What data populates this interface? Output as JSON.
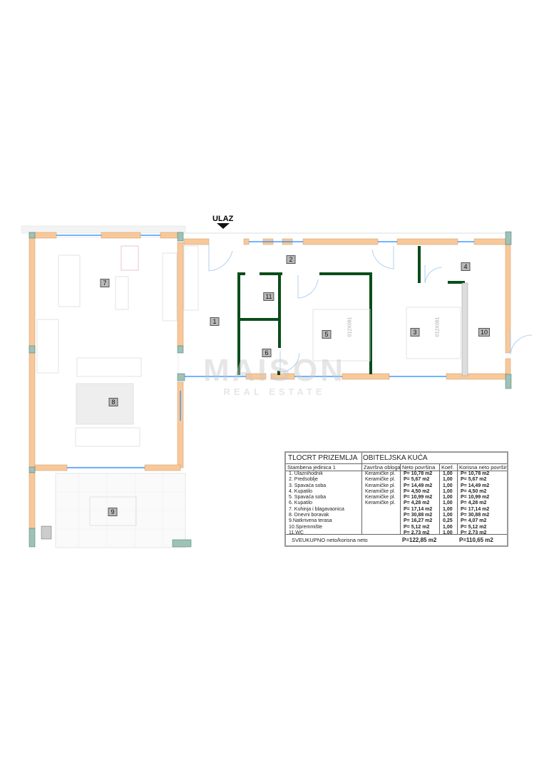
{
  "entrance_label": "ULAZ",
  "room_numbers": [
    "1",
    "2",
    "3",
    "4",
    "5",
    "6",
    "7",
    "8",
    "9",
    "10",
    "11"
  ],
  "bed_labels": [
    "012X081",
    "012X081"
  ],
  "watermark": {
    "line1": "MAISON",
    "line2": "REAL ESTATE"
  },
  "colors": {
    "exterior_wall": "#f9c89a",
    "interior_wall": "#0b4d1a",
    "window": "#1e88ff",
    "column": "#9cc3b8"
  },
  "table": {
    "title": "TLOCRT PRIZEMLJA",
    "project": "OBITELJSKA KUĆA",
    "headers": [
      "Stambena jedinica 1",
      "Završna obloga",
      "Neto površina",
      "Koef.",
      "Korisna neto površina"
    ],
    "rows": [
      {
        "room": "1. Ulaznihodnik",
        "finish": "Keramičke pl.",
        "net": "P= 10,78 m2",
        "coef": "1,00",
        "usable": "P= 10,78 m2"
      },
      {
        "room": "2. Predsoblje",
        "finish": "Keramičke pl.",
        "net": "P= 5,67 m2",
        "coef": "1,00",
        "usable": "P= 5,67 m2"
      },
      {
        "room": "3. Spavaća soba",
        "finish": "Keramičke pl.",
        "net": "P= 14,49 m2",
        "coef": "1,00",
        "usable": "P= 14,49 m2"
      },
      {
        "room": "4. Kupatilo",
        "finish": "Keramičke pl.",
        "net": "P= 4,50 m2",
        "coef": "1,00",
        "usable": "P= 4,50 m2"
      },
      {
        "room": "5. Spavaća soba",
        "finish": "Keramičke pl.",
        "net": "P= 10,99 m2",
        "coef": "1,00",
        "usable": "P= 10,99 m2"
      },
      {
        "room": "6. Kupatilo",
        "finish": "Keramičke pl.",
        "net": "P= 4,28 m2",
        "coef": "1,00",
        "usable": "P= 4,28 m2"
      },
      {
        "room": "7. Kuhinja i blagavaonica",
        "finish": "",
        "net": "P= 17,14 m2",
        "coef": "1,00",
        "usable": "P= 17,14 m2"
      },
      {
        "room": "8. Dnevni boravak",
        "finish": "",
        "net": "P= 30,88 m2",
        "coef": "1,00",
        "usable": "P= 30,88 m2"
      },
      {
        "room": "9.Natkrivena terasa",
        "finish": "",
        "net": "P= 16,27 m2",
        "coef": "0,25",
        "usable": "P= 4,07 m2"
      },
      {
        "room": "10.Spremmište",
        "finish": "",
        "net": "P= 5,12 m2",
        "coef": "1,00",
        "usable": "P= 5,12 m2"
      },
      {
        "room": "11.WC",
        "finish": "",
        "net": "P= 2,73 m2",
        "coef": "1,00",
        "usable": "P= 2,73 m2"
      }
    ],
    "total_label": "SVEUKUPNO neto/korisna neto",
    "total_net": "P=122,85 m2",
    "total_usable": "P=110,65 m2"
  }
}
